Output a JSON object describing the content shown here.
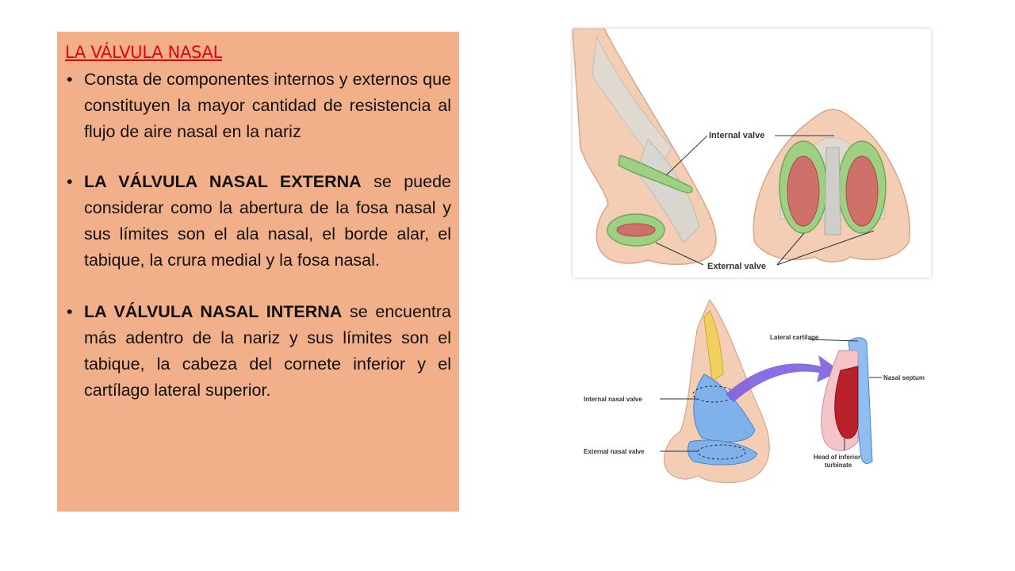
{
  "text_panel": {
    "title": "LA VÁLVULA NASAL",
    "bullets": [
      {
        "lead": "",
        "text": "Consta de componentes internos y externos que constituyen la mayor cantidad de resistencia al flujo de aire nasal en la nariz"
      },
      {
        "lead": "LA VÁLVULA NASAL EXTERNA",
        "text": " se puede considerar como la abertura de la fosa nasal y sus límites son el ala nasal, el borde alar, el tabique, la crura medial y la fosa nasal."
      },
      {
        "lead": "LA VÁLVULA NASAL INTERNA",
        "text": " se encuentra más adentro de la nariz y sus límites son el tabique, la cabeza del cornete inferior y el cartílago lateral superior."
      }
    ]
  },
  "figure_top": {
    "labels": {
      "internal": "Internal valve",
      "external": "External valve"
    }
  },
  "figure_bottom": {
    "labels": {
      "lateral_cartilage": "Lateral cartilage",
      "nasal_septum": "Nasal septum",
      "internal_nasal_valve": "Internal nasal valve",
      "external_nasal_valve": "External nasal valve",
      "head_turbinate_1": "Head of inferior",
      "head_turbinate_2": "turbinate"
    }
  },
  "colors": {
    "panel": "#f2b08a",
    "title": "#e8000d",
    "valve_green": "#9fcf83",
    "cartilage_blue": "#7fb2ea",
    "arrow_purple": "#7d5fe0"
  }
}
